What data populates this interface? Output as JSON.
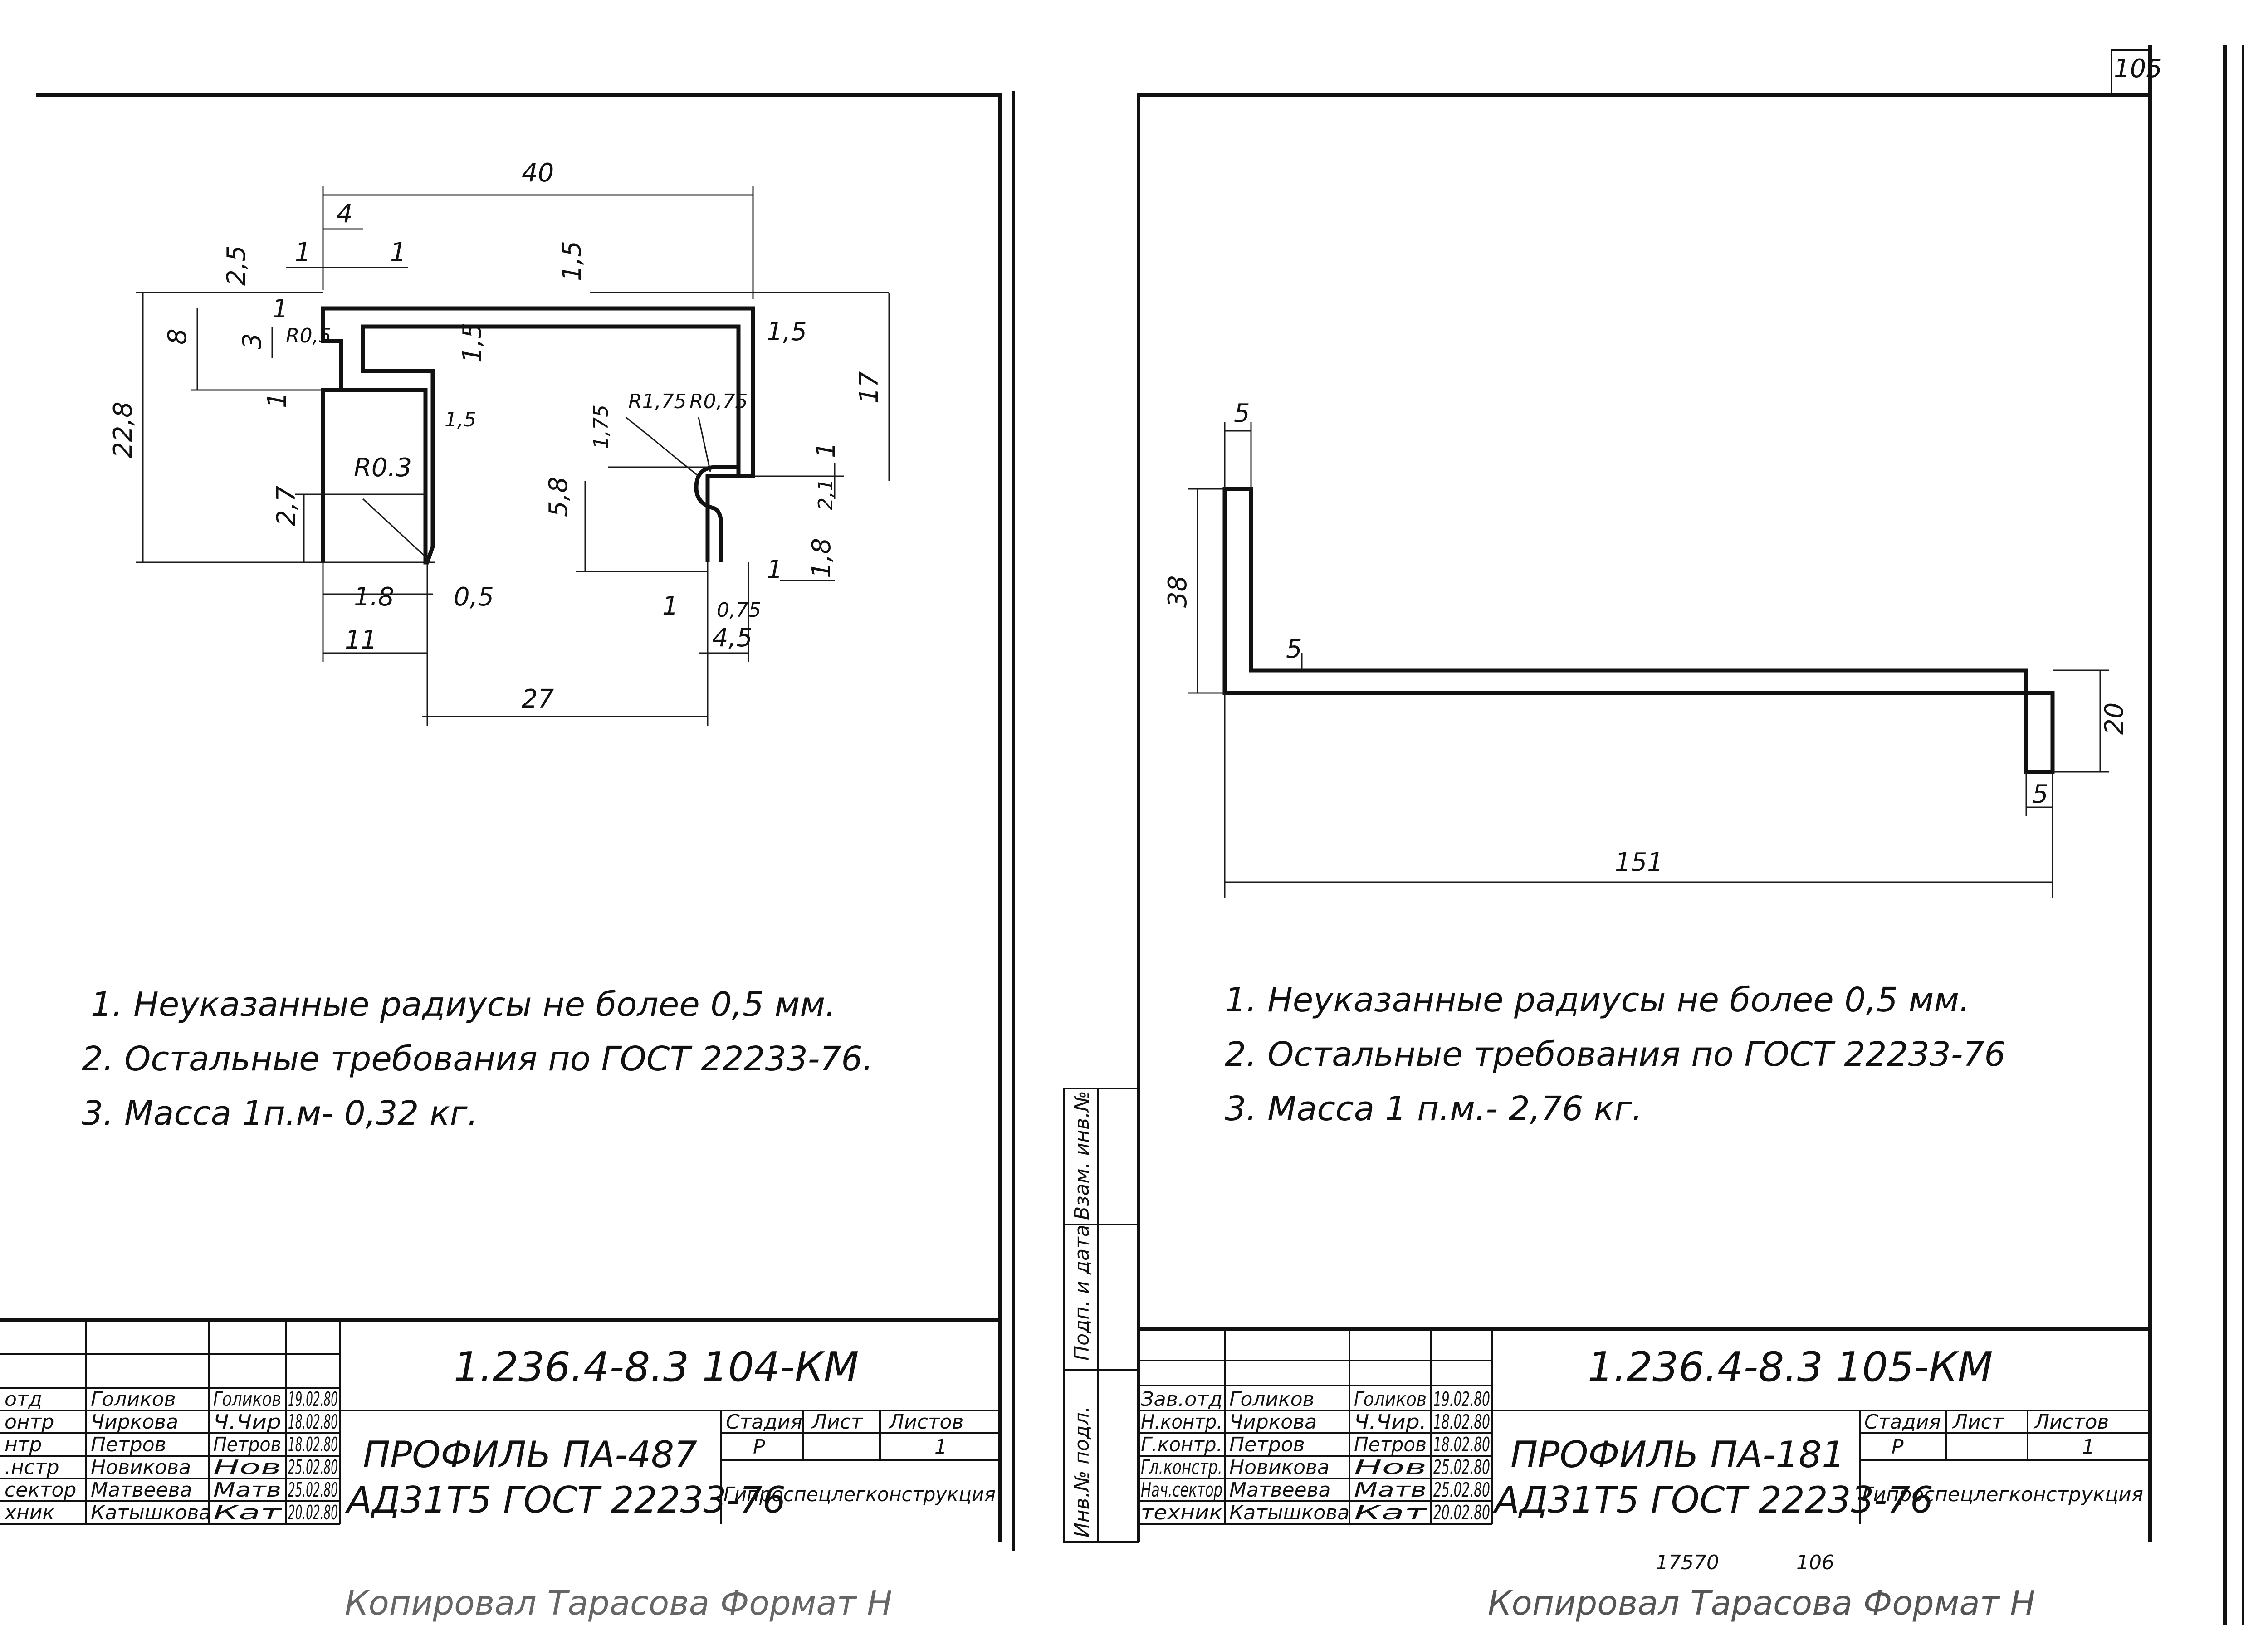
{
  "left_sheet": {
    "dimensions": {
      "d40": "40",
      "d4": "4",
      "d1a": "1",
      "d1b": "1",
      "d2_5": "2,5",
      "d1_5_top": "1,5",
      "d1c": "1",
      "d8": "8",
      "d3": "3",
      "r0_5": "R0,5",
      "d1_5_inner": "1,5",
      "d1_5_right": "1,5",
      "d17": "17",
      "d1d": "1",
      "d22_8": "22,8",
      "d1_5_stem": "1,5",
      "r1_75": "R1,75",
      "r0_75": "R0,75",
      "d1_75": "1,75",
      "d1e": "1",
      "r0_3": "R0.3",
      "d5_8": "5,8",
      "d2_7": "2,7",
      "d2_1": "2,1",
      "d1f": "1",
      "d1_8_right": "1,8",
      "d1_8": "1.8",
      "d0_5": "0,5",
      "d1g": "1",
      "d0_75": "0,75",
      "d11": "11",
      "d4_5": "4,5",
      "d27": "27"
    },
    "notes": [
      "1. Неуказанные радиусы не более 0,5 мм.",
      "2. Остальные требования по ГОСТ 22233-76.",
      "3. Масса 1п.м- 0,32 кг."
    ],
    "title_block": {
      "document_code": "1.236.4-8.3 104-КМ",
      "title": "ПРОФИЛЬ ПА-487",
      "material": "АД31Т5 ГОСТ 22233-76",
      "stage_label": "Стадия",
      "sheet_label": "Лист",
      "sheets_label": "Листов",
      "stage_value": "Р",
      "sheets_value": "1",
      "organization": "Гипроспецлегконструкция",
      "roles": [
        "отд",
        "онтр",
        "нтр",
        ".нстр",
        "сектор",
        "хник"
      ],
      "names": [
        "Голиков",
        "Чиркова",
        "Петров",
        "Новикова",
        "Матвеева",
        "Катышкова"
      ],
      "signatures": [
        "Голиков",
        "Ч.Чир",
        "Петров",
        "Нов",
        "Матв",
        "Кат"
      ],
      "dates": [
        "19.02.80",
        "18.02.80",
        "18.02.80",
        "25.02.80",
        "25.02.80",
        "20.02.80"
      ]
    }
  },
  "right_sheet": {
    "page_number": "105",
    "dimensions": {
      "d5_top": "5",
      "d38": "38",
      "d5_mid": "5",
      "d20": "20",
      "d5_right": "5",
      "d151": "151"
    },
    "notes": [
      "1. Неуказанные радиусы не более 0,5 мм.",
      "2. Остальные требования по ГОСТ 22233-76",
      "3. Масса 1 п.м.- 2,76 кг."
    ],
    "side_stamp": [
      "Инв.№ подл.",
      "Подп. и дата",
      "Взам. инв.№"
    ],
    "title_block": {
      "document_code": "1.236.4-8.3 105-КМ",
      "title": "ПРОФИЛЬ ПА-181",
      "material": "АД31Т5 ГОСТ 22233-76",
      "stage_label": "Стадия",
      "sheet_label": "Лист",
      "sheets_label": "Листов",
      "stage_value": "Р",
      "sheets_value": "1",
      "organization": "Гипроспецлегконструкция",
      "roles": [
        "Зав.отд",
        "Н.контр.",
        "Г.контр.",
        "Гл.констр.",
        "Нач.сектор",
        "техник"
      ],
      "names": [
        "Голиков",
        "Чиркова",
        "Петров",
        "Новикова",
        "Матвеева",
        "Катышкова"
      ],
      "signatures": [
        "Голиков",
        "Ч.Чир.",
        "Петров",
        "Нов",
        "Матв",
        "Кат"
      ],
      "dates": [
        "19.02.80",
        "18.02.80",
        "18.02.80",
        "25.02.80",
        "25.02.80",
        "20.02.80"
      ]
    },
    "footer": {
      "number1": "17570",
      "number2": "106",
      "names": "Копировал Тарасова Формат Н"
    }
  },
  "left_footer": "Копировал Тарасова Формат Н"
}
